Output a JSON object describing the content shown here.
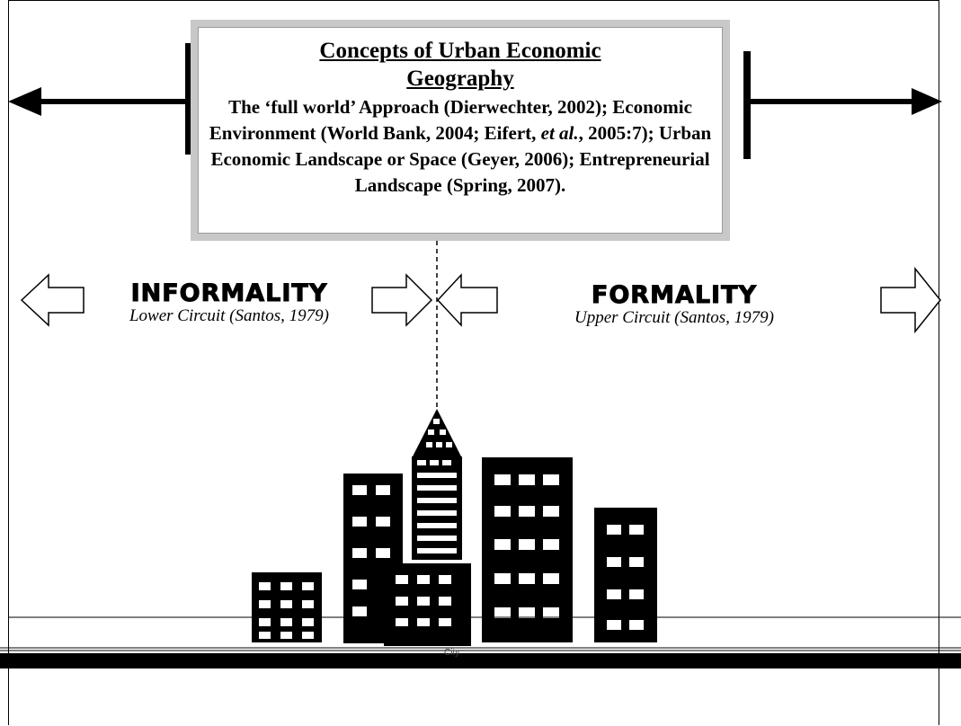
{
  "concept_box": {
    "title": "Concepts of Urban Economic Geography",
    "body_part1": "The ‘full world’ Approach (Dierwechter, 2002); Economic Environment (World Bank, 2004; Eifert, ",
    "body_italic": "et al.",
    "body_part2": ", 2005:7); Urban Economic Landscape or Space (Geyer, 2006); Entrepreneurial Landscape (Spring, 2007)."
  },
  "informality": {
    "title": "INFORMALITY",
    "subtitle": "Lower Circuit (Santos, 1979)"
  },
  "formality": {
    "title": "FORMALITY",
    "subtitle": "Upper Circuit (Santos, 1979)"
  },
  "city_label": "City",
  "colors": {
    "ink": "#000000",
    "box_shadow": "#c8c8c8",
    "background": "#ffffff"
  }
}
